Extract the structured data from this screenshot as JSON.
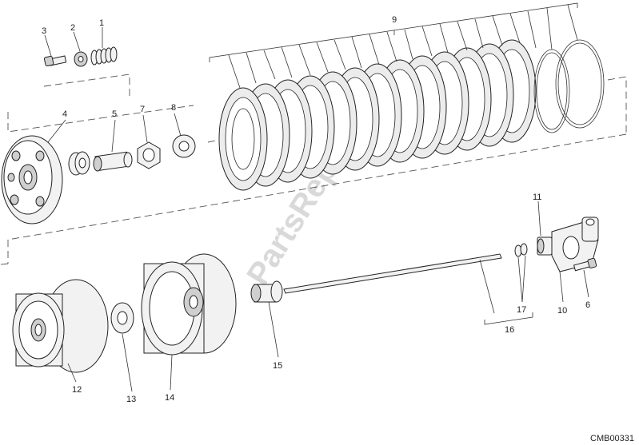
{
  "diagram": {
    "code": "CMB00331",
    "watermark": "PartsRepublik.pl",
    "callouts": {
      "c1": "1",
      "c2": "2",
      "c3": "3",
      "c4": "4",
      "c5": "5",
      "c6": "6",
      "c7": "7",
      "c8": "8",
      "c9": "9",
      "c10": "10",
      "c11": "11",
      "c12": "12",
      "c13": "13",
      "c14": "14",
      "c15": "15",
      "c16": "16",
      "c17": "17"
    }
  }
}
